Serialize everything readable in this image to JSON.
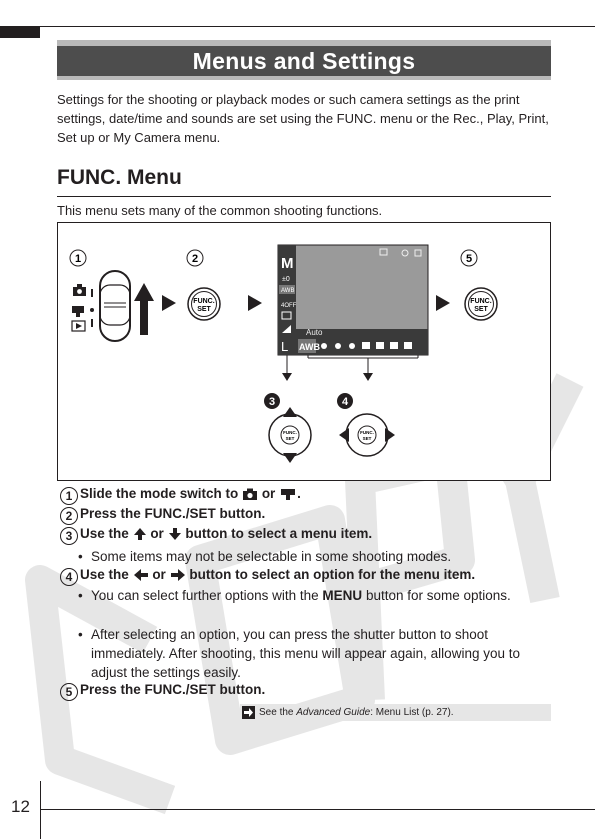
{
  "header": {
    "title": "Menus and Settings"
  },
  "intro": "Settings for the shooting or playback modes or such camera settings as the print settings, date/time and sounds are set using the FUNC. menu or the Rec., Play, Print, Set up or My Camera menu.",
  "section": {
    "title": "FUNC. Menu",
    "description": "This menu sets many of the common shooting functions."
  },
  "figure": {
    "callouts": [
      "1",
      "2",
      "3",
      "4",
      "5"
    ],
    "func_button": [
      "FUNC.",
      "SET"
    ],
    "lcd_text": "Auto",
    "lcd_left_icons": [
      "±0",
      "AWB",
      "4OFF",
      "L"
    ],
    "lcd_bottom_label": "AWB",
    "watermark_text": "COPY"
  },
  "steps": [
    {
      "num": "1",
      "parts": [
        "Slide the mode switch to",
        "or",
        "."
      ]
    },
    {
      "num": "2",
      "text": "Press the FUNC./SET button."
    },
    {
      "num": "3",
      "parts": [
        "Use the",
        "or",
        "button to select a menu item."
      ],
      "bullets": [
        "Some items may not be selectable in some shooting modes."
      ]
    },
    {
      "num": "4",
      "parts": [
        "Use the",
        "or",
        "button to select an option for the menu item."
      ],
      "bullets": [
        {
          "pre": "You can select further options with the",
          "bold": "MENU",
          "post": "button for some options."
        },
        "After selecting an option, you can press the shutter button to shoot immediately. After shooting, this menu will appear again, allowing you to adjust the settings easily."
      ]
    },
    {
      "num": "5",
      "text": "Press the FUNC./SET button."
    }
  ],
  "see_ref": {
    "prefix": "See the",
    "guide": "Advanced Guide",
    "suffix": ": Menu List (p. 27)."
  },
  "page_number": "12"
}
